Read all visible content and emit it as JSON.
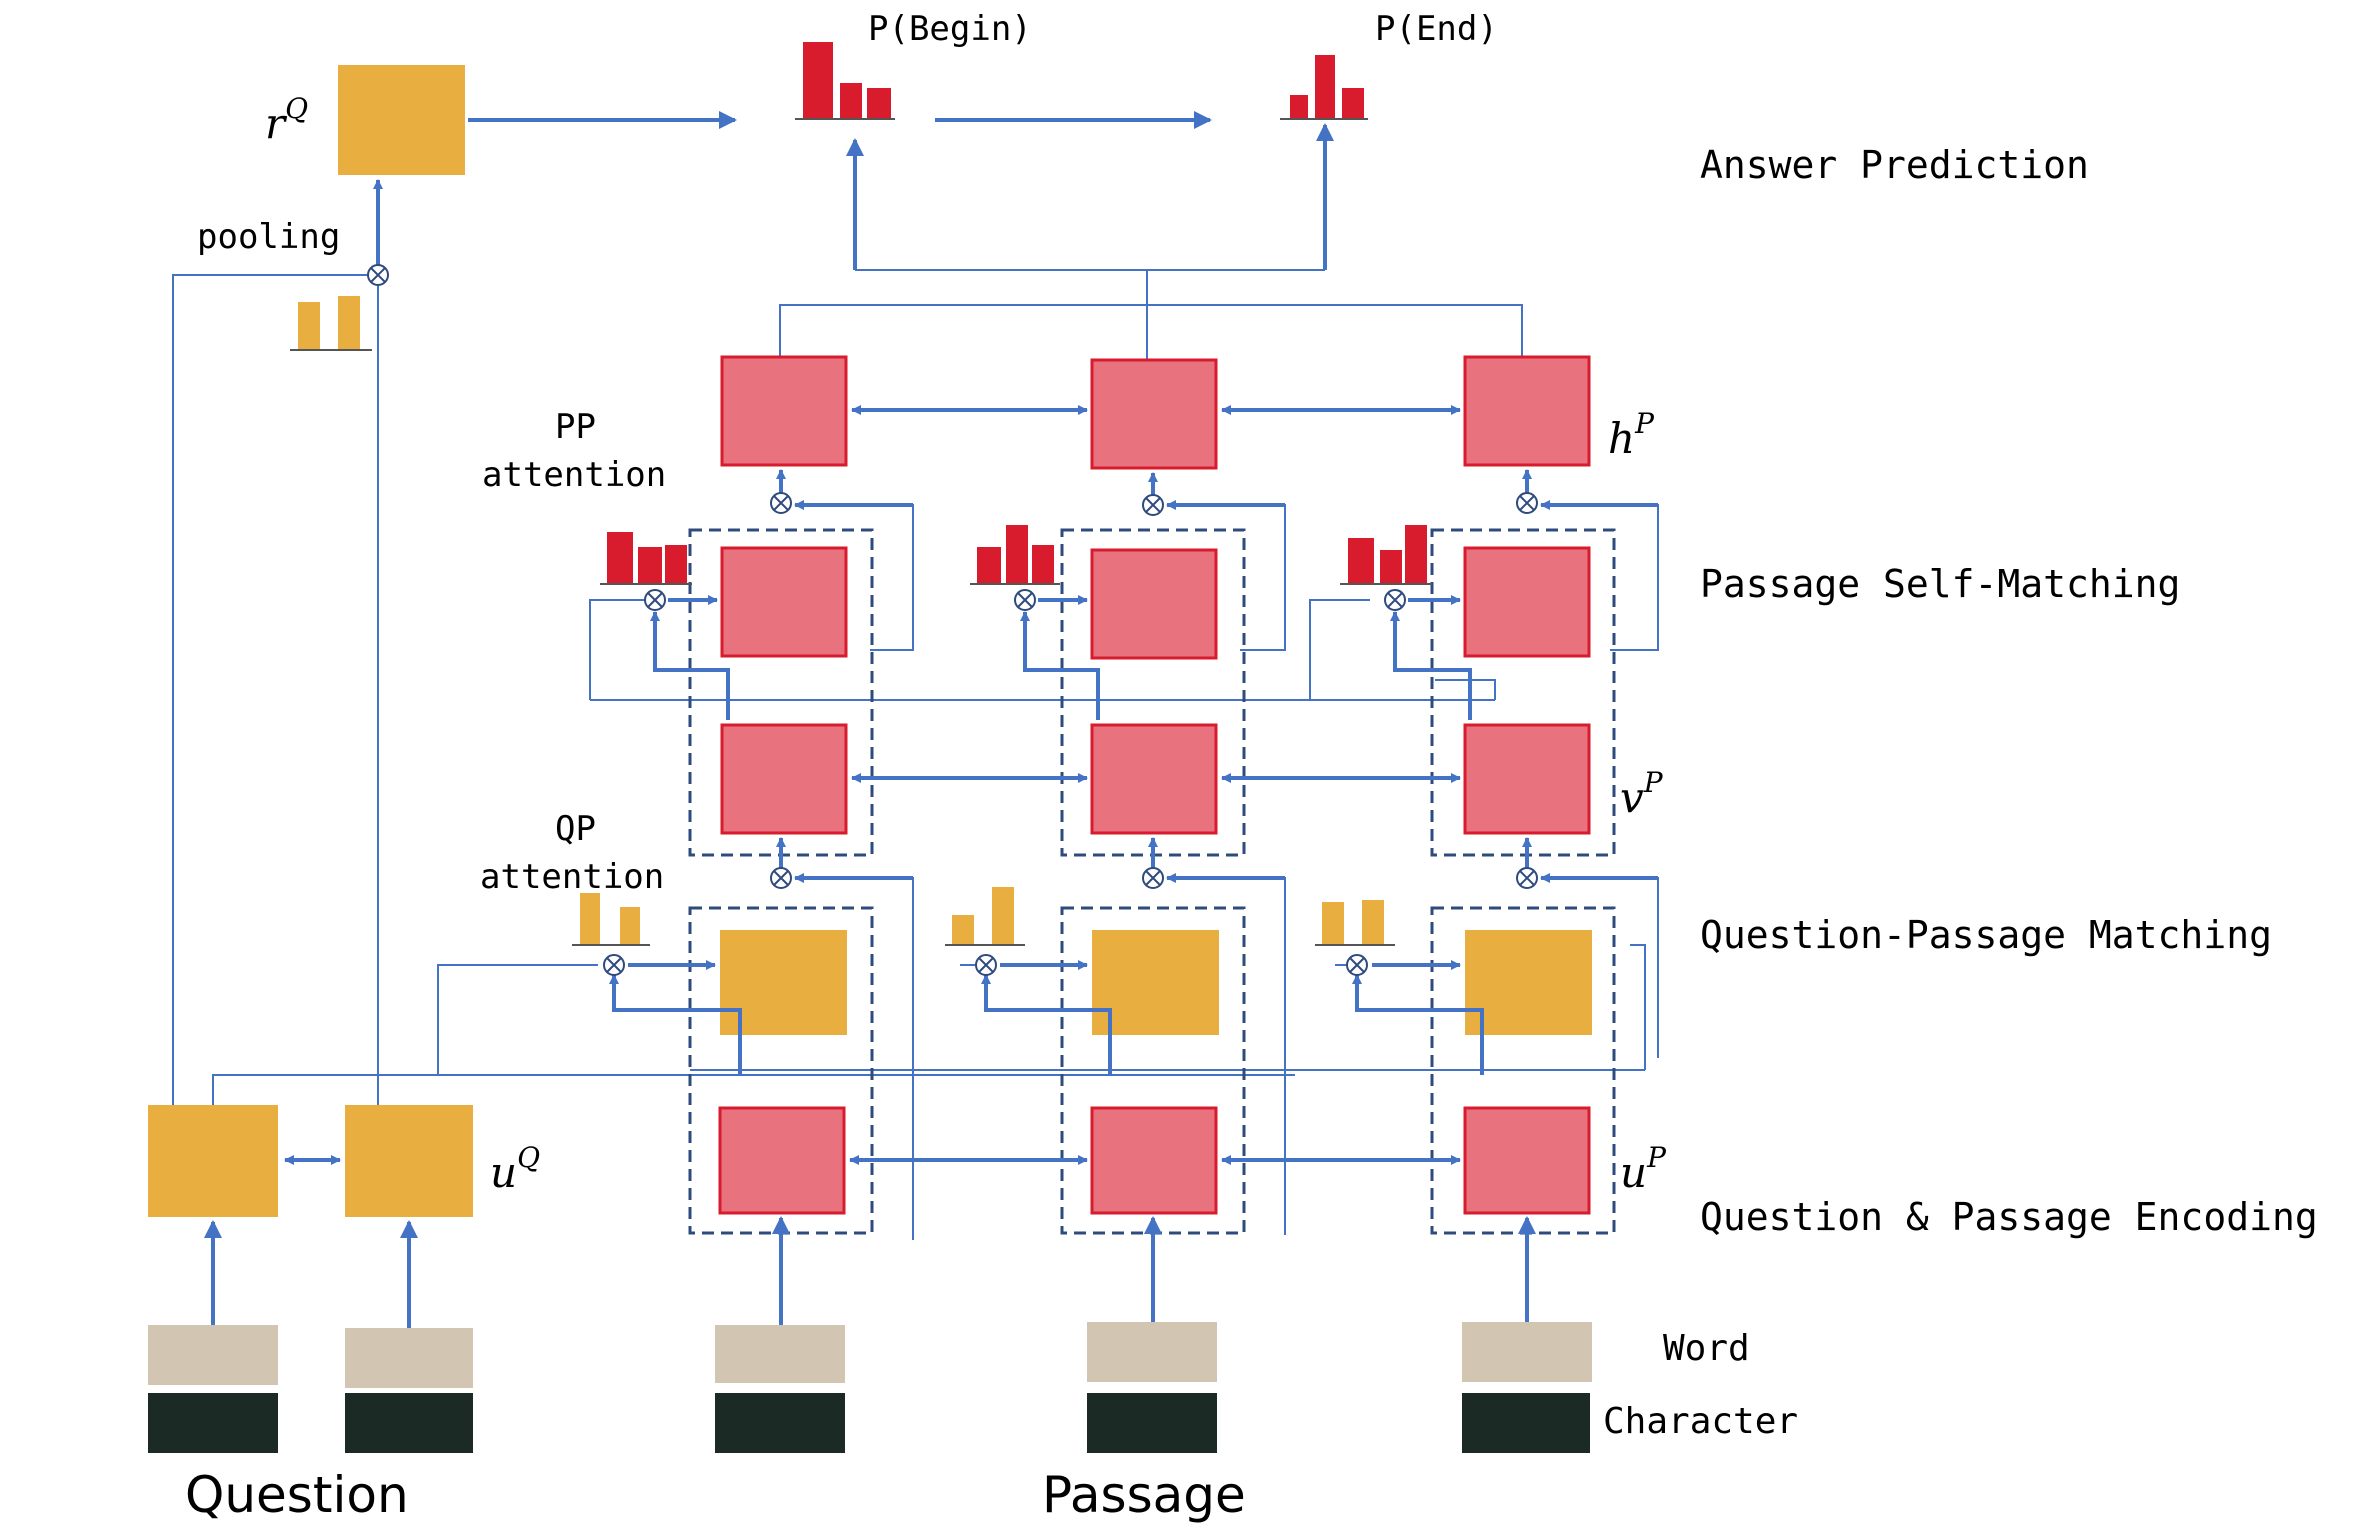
{
  "colors": {
    "yellow_box": "#E8AE40",
    "red_box_fill": "#E8737E",
    "red_box_stroke": "#D91B2E",
    "red_bar": "#D91B2E",
    "arrow_blue": "#4472C4",
    "dashed_frame": "#2F4B7C",
    "word_embedding": "#D2C6B2",
    "char_embedding": "#1B2A24"
  },
  "labels": {
    "p_begin": "P(Begin)",
    "p_end": "P(End)",
    "answer_prediction": "Answer Prediction",
    "pooling": "pooling",
    "pp_attention_line1": "PP",
    "pp_attention_line2": "attention",
    "qp_attention_line1": "QP",
    "qp_attention_line2": "attention",
    "passage_self_matching": "Passage Self-Matching",
    "question_passage_matching": "Question-Passage Matching",
    "question_passage_encoding": "Question & Passage Encoding",
    "word": "Word",
    "character": "Character",
    "question": "Question",
    "passage": "Passage"
  },
  "math_labels": {
    "rQ": {
      "base": "r",
      "sup": "Q"
    },
    "hP": {
      "base": "h",
      "sup": "P"
    },
    "vP": {
      "base": "v",
      "sup": "P"
    },
    "uQ": {
      "base": "u",
      "sup": "Q"
    },
    "uP": {
      "base": "u",
      "sup": "P"
    }
  },
  "icons": {
    "attention_op": "circled-times-icon"
  }
}
